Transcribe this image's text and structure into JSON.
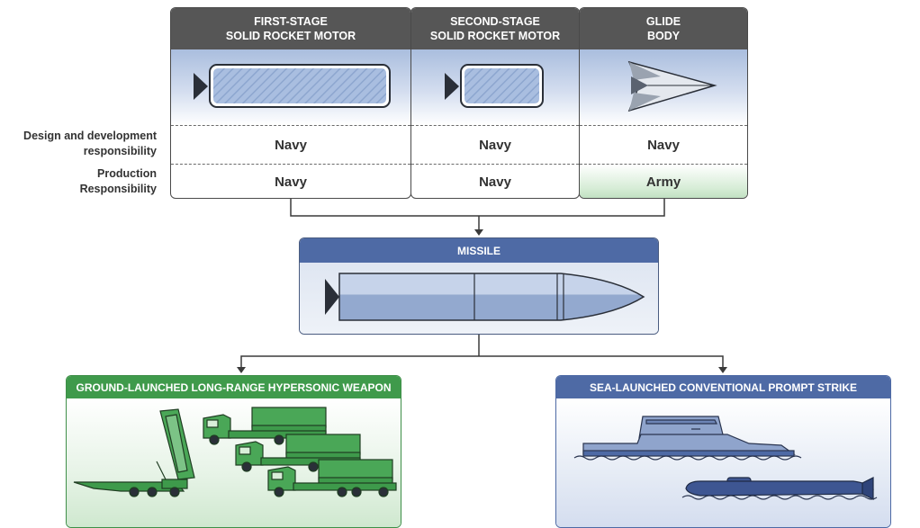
{
  "row_labels": {
    "design": [
      "Design and development",
      "responsibility"
    ],
    "production": [
      "Production",
      "Responsibility"
    ]
  },
  "components": [
    {
      "header": [
        "FIRST-STAGE",
        "SOLID ROCKET MOTOR"
      ],
      "design": "Navy",
      "production": "Navy",
      "icon": "first-stage-motor-icon"
    },
    {
      "header": [
        "SECOND-STAGE",
        "SOLID ROCKET MOTOR"
      ],
      "design": "Navy",
      "production": "Navy",
      "icon": "second-stage-motor-icon"
    },
    {
      "header": [
        "GLIDE",
        "BODY"
      ],
      "design": "Navy",
      "production": "Army",
      "icon": "glide-body-icon"
    }
  ],
  "missile": {
    "title": "MISSILE",
    "icon": "missile-icon"
  },
  "weapons": {
    "ground": {
      "title": "GROUND-LAUNCHED LONG-RANGE HYPERSONIC WEAPON",
      "icon": "launcher-trucks-icon",
      "color": "#3f9a4b"
    },
    "sea": {
      "title": "SEA-LAUNCHED CONVENTIONAL PROMPT STRIKE",
      "icon": "ship-submarine-icon",
      "color": "#4e6aa5"
    }
  },
  "colors": {
    "header_gray": "#565656",
    "missile_blue": "#4e6aa5",
    "army_green": "#bfe0c0"
  }
}
